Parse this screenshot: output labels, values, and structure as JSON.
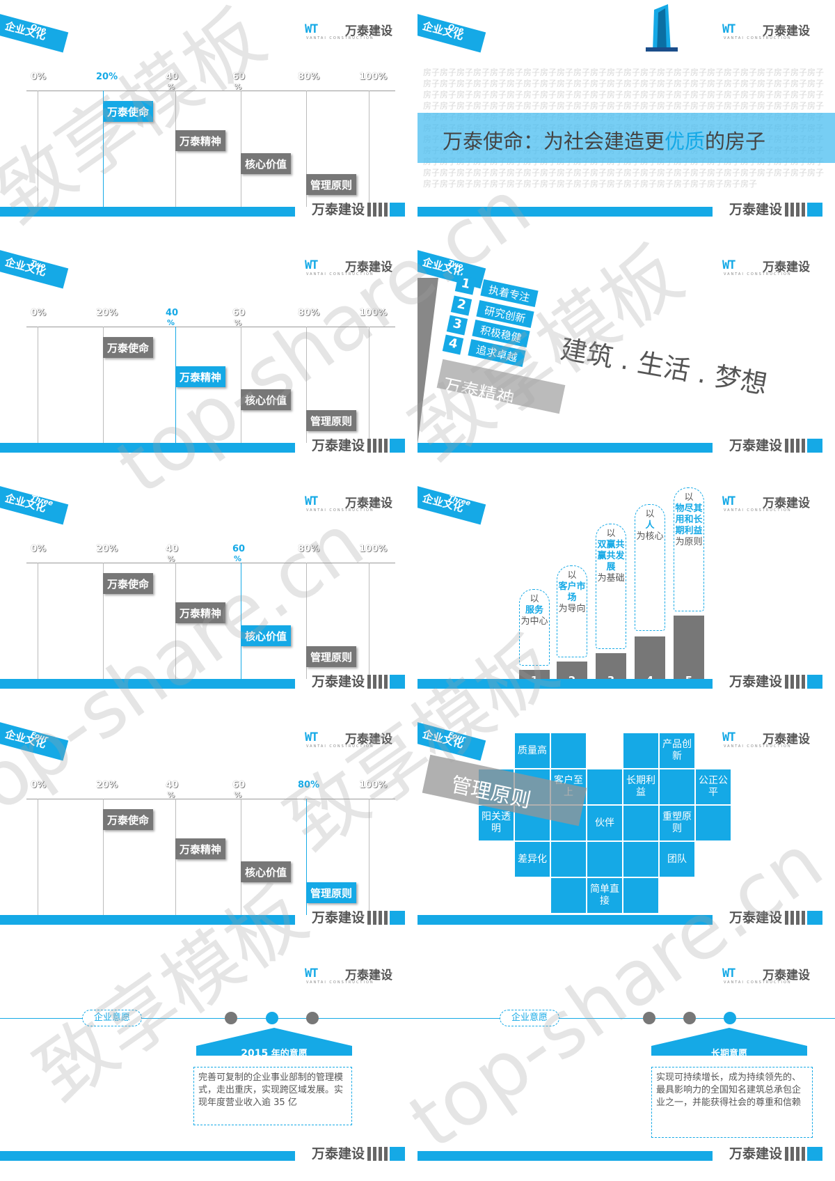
{
  "brand": {
    "logo_mark": "WT",
    "logo_name": "万泰建设",
    "logo_sub": "VANTAI CONSTRUCTION",
    "footer_name": "万泰建设"
  },
  "tag": {
    "title": "企业文化",
    "sub_one": "One",
    "sub_two": "Two",
    "sub_three": "Three",
    "sub_four": "Four"
  },
  "pct": {
    "labels": [
      "0%",
      "20%",
      "40",
      "60",
      "80%",
      "100%"
    ],
    "pct_sign": "%",
    "boxes": [
      "万泰使命",
      "万泰精神",
      "核心价值",
      "管理原则"
    ]
  },
  "mission": {
    "bg_text": "房子",
    "prefix": "万泰使命：为社会建造更",
    "highlight": "优质",
    "suffix": "的房子"
  },
  "spirit": {
    "nums": [
      "1",
      "2",
      "3",
      "4"
    ],
    "items": [
      "执着专注",
      "研究创新",
      "积极稳健",
      "追求卓越"
    ],
    "motto": "建筑 . 生活 . 梦想",
    "title": "万泰精神"
  },
  "values": {
    "items": [
      {
        "num": "1",
        "pre": "以",
        "key": "服务",
        "post": "为中心"
      },
      {
        "num": "2",
        "pre": "以",
        "key": "客户市场",
        "post": "为导向"
      },
      {
        "num": "3",
        "pre": "以",
        "key": "双赢共赢共发展",
        "post": "为基础"
      },
      {
        "num": "4",
        "pre": "以",
        "key": "人",
        "post": "为核心"
      },
      {
        "num": "5",
        "pre": "以",
        "key": "物尽其用和长期利益",
        "post": "为原则"
      }
    ]
  },
  "mgmt": {
    "title": "管理原则",
    "cells": [
      "质量高",
      "产品创新",
      "客户至上",
      "长期利益",
      "公正公平",
      "阳关透明",
      "伙伴",
      "重塑原则",
      "差异化",
      "团队",
      "简单直接"
    ]
  },
  "wish": {
    "tag": "企业意愿",
    "left_year": "2015",
    "left_head_suffix": " 年的意愿",
    "left_text": "完善可复制的企业事业部制的管理模式，走出重庆，实现跨区域发展。实现年度营业收入逾 35 亿",
    "right_head": "长期意愿",
    "right_text": "实现可持续增长，成为持续领先的、最具影响力的全国知名建筑总承包企业之一，并能获得社会的尊重和信赖"
  },
  "watermark": {
    "a": "致享模板",
    "b": "top-share.cn"
  },
  "colors": {
    "accent": "#15a9e6",
    "grey": "#777777"
  }
}
